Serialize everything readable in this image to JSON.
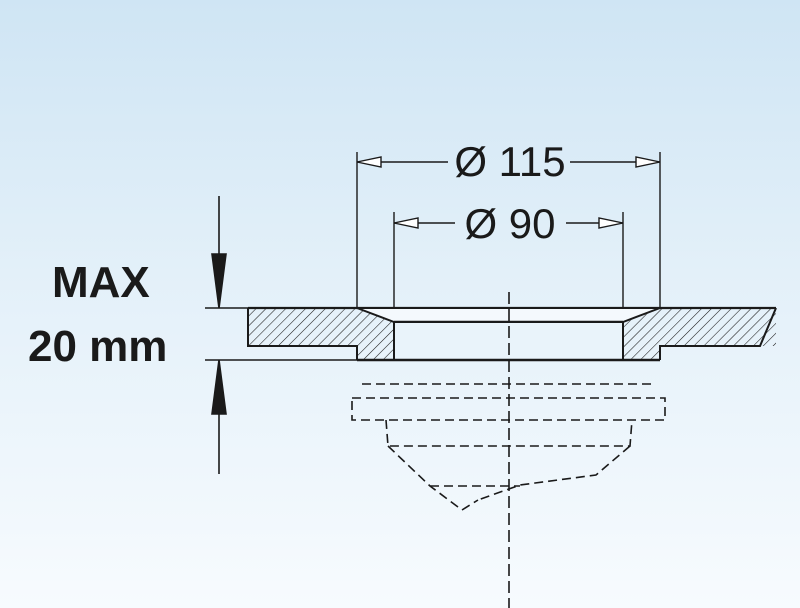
{
  "diagram": {
    "outer_diameter_label": "Ø 115",
    "inner_diameter_label": "Ø 90",
    "thickness_label_line1": "MAX",
    "thickness_label_line2": "20 mm"
  },
  "colors": {
    "line": "#1a1a1a",
    "background_top": "#cfe5f4",
    "background_bottom": "#f7fbfe"
  }
}
